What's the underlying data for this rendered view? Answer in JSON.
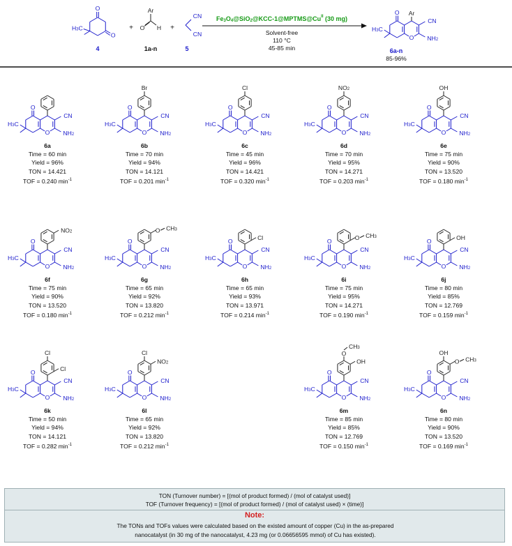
{
  "reaction": {
    "catalyst_html": "Fe<tspan baseline-shift=\"sub\" font-size=\"6\">3</tspan>O<tspan baseline-shift=\"sub\" font-size=\"6\">4</tspan>@SiO<tspan baseline-shift=\"sub\" font-size=\"6\">2</tspan>@KCC-1@MPTMS@Cu<tspan baseline-shift=\"super\" font-size=\"6\">II</tspan> (30 mg)",
    "solvent": "Solvent-free",
    "temperature": "110 °C",
    "time": "45-85 min",
    "reactant_1_id": "4",
    "reactant_2_id": "1a-n",
    "reactant_3_id": "5",
    "product_id": "6a-n",
    "product_yield": "85-96%",
    "plus": "+",
    "ar_label": "Ar",
    "h_label": "H",
    "cn_label": "CN",
    "o_label": "O",
    "h3c_label": "H3C",
    "nh2_label": "NH2"
  },
  "colors": {
    "scaffold": "#1c1ccc",
    "catalyst": "#169a16",
    "substituent": "#222222",
    "note_title": "#d42020",
    "footer_bg": "#e1e9eb"
  },
  "products": [
    {
      "id": "6a",
      "sub": "none",
      "time": "Time = 60 min",
      "yield": "Yield = 96%",
      "ton": "TON = 14.421",
      "tof": "TOF = 0.240 min",
      "row": 0,
      "col": 0
    },
    {
      "id": "6b",
      "sub": "4-Br",
      "label": "Br",
      "time": "Time = 70 min",
      "yield": "Yield = 94%",
      "ton": "TON = 14.121",
      "tof": "TOF = 0.201 min",
      "row": 0,
      "col": 1
    },
    {
      "id": "6c",
      "sub": "4-Cl",
      "label": "Cl",
      "time": "Time = 45 min",
      "yield": "Yield = 96%",
      "ton": "TON = 14.421",
      "tof": "TOF = 0.320 min",
      "row": 0,
      "col": 2
    },
    {
      "id": "6d",
      "sub": "4-NO2",
      "label": "NO2",
      "time": "Time = 70 min",
      "yield": "Yield = 95%",
      "ton": "TON = 14.271",
      "tof": "TOF = 0.203 min",
      "row": 0,
      "col": 3
    },
    {
      "id": "6e",
      "sub": "4-OH",
      "label": "OH",
      "time": "Time = 75 min",
      "yield": "Yield = 90%",
      "ton": "TON = 13.520",
      "tof": "TOF = 0.180 min",
      "row": 0,
      "col": 4
    },
    {
      "id": "6f",
      "sub": "3-NO2",
      "label": "NO2",
      "time": "Time = 75 min",
      "yield": "Yield = 90%",
      "ton": "TON = 13.520",
      "tof": "TOF = 0.180 min",
      "row": 1,
      "col": 0
    },
    {
      "id": "6g",
      "sub": "3-OCH3",
      "label": "O",
      "label2": "CH3",
      "time": "Time = 65 min",
      "yield": "Yield = 92%",
      "ton": "TON = 13.820",
      "tof": "TOF = 0.212 min",
      "row": 1,
      "col": 1
    },
    {
      "id": "6h",
      "sub": "2-Cl",
      "label": "Cl",
      "time": "Time = 65 min",
      "yield": "Yield = 93%",
      "ton": "TON = 13.971",
      "tof": "TOF = 0.214 min",
      "row": 1,
      "col": 2
    },
    {
      "id": "6i",
      "sub": "2-OCH3",
      "label": "O",
      "label2": "CH3",
      "time": "Time = 75 min",
      "yield": "Yield = 95%",
      "ton": "TON = 14.271",
      "tof": "TOF = 0.190 min",
      "row": 1,
      "col": 3
    },
    {
      "id": "6j",
      "sub": "2-OH",
      "label": "OH",
      "time": "Time = 80 min",
      "yield": "Yield = 85%",
      "ton": "TON = 12.769",
      "tof": "TOF = 0.159 min",
      "row": 1,
      "col": 4
    },
    {
      "id": "6k",
      "sub": "2,4-Cl2",
      "label": "Cl",
      "label_b": "Cl",
      "time": "Time = 50 min",
      "yield": "Yield = 94%",
      "ton": "TON = 14.121",
      "tof": "TOF = 0.282 min",
      "row": 2,
      "col": 0
    },
    {
      "id": "6l",
      "sub": "4-Cl-3-NO2",
      "label": "Cl",
      "label_b": "NO2",
      "time": "Time = 65 min",
      "yield": "Yield = 92%",
      "ton": "TON = 13.820",
      "tof": "TOF = 0.212 min",
      "row": 2,
      "col": 1
    },
    {
      "id": "6m",
      "sub": "3-OH-4-OCH3",
      "label": "O",
      "label2": "CH3",
      "label_b": "OH",
      "time": "Time = 85 min",
      "yield": "Yield = 85%",
      "ton": "TON = 12.769",
      "tof": "TOF = 0.150 min",
      "row": 2,
      "col": 3
    },
    {
      "id": "6n",
      "sub": "4-OH-3-OCH3",
      "label": "OH",
      "label_b": "O",
      "label_b2": "CH3",
      "time": "Time = 80 min",
      "yield": "Yield = 90%",
      "ton": "TON = 13.520",
      "tof": "TOF = 0.169 min",
      "row": 2,
      "col": 4
    }
  ],
  "unit_sup": "-1",
  "footer": {
    "ton_def": "TON (Turnover number) = [(mol of product formed) / (mol of catalyst used)]",
    "tof_def": "TOF (Turnover frequency) = [(mol of product formed) / (mol of catalyst used) × (time)]",
    "note_title": "Note:",
    "note_line1": "The TONs and TOFs values were calculated based on the existed amount of copper (Cu) in the as-prepared",
    "note_line2": "nanocatalyst (in 30 mg of the nanocatalyst, 4.23 mg (or 0.06656595 mmol) of Cu has existed)."
  }
}
